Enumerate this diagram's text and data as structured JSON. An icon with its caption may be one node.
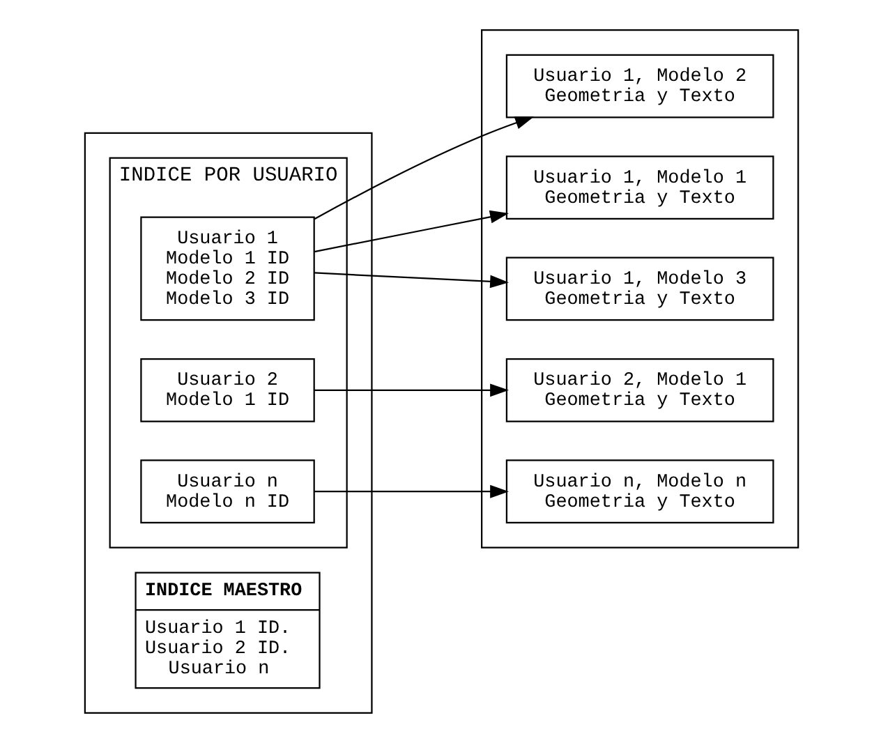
{
  "diagram": {
    "nodes": [
      {
        "text": [],
        "shape": "box"
      },
      {
        "text": [
          "INDICE MAESTRO",
          "Usuario 1 ID.",
          "Usuario 2 ID.",
          "Usuario n"
        ],
        "in": 0
      },
      {
        "text": [
          "INDICE POR USUARIO"
        ],
        "in": 0
      },
      {
        "text": [
          "Usuario 1",
          "Modelo 1 ID",
          "Modelo 2 ID",
          "Modelo 3 ID"
        ],
        "in": 2
      },
      {
        "text": [
          "Usuario 2",
          "Modelo 1 ID"
        ],
        "in": 2
      },
      {
        "text": [
          "Usuario n",
          "Modelo n ID"
        ],
        "in": 2
      },
      {
        "text": [],
        "shape": "box"
      },
      {
        "text": [
          "Usuario 1, Modelo 3",
          "Geometria y Texto"
        ],
        "in": 6
      },
      {
        "text": [
          "Usuario 2, Modelo 1",
          "Geometria y Texto"
        ],
        "in": 6
      },
      {
        "text": [
          "Usuario 1, Modelo 2",
          "Geometria y Texto"
        ],
        "in": 6
      },
      {
        "text": [
          "Usuario n, Modelo n",
          "Geometria y Texto"
        ],
        "in": 6
      },
      {
        "text": [
          "Usuario 1, Modelo 1",
          "Geometria y Texto"
        ],
        "in": 6
      }
    ],
    "edges": [
      {
        "from": 3,
        "to": 7,
        "arrow": "to"
      },
      {
        "from": 3,
        "to": 9,
        "arrow": "to"
      },
      {
        "from": 3,
        "to": 11,
        "arrow": "to"
      },
      {
        "from": 4,
        "to": 8,
        "arrow": "to"
      },
      {
        "from": 5,
        "to": 10,
        "arrow": "to"
      }
    ]
  }
}
